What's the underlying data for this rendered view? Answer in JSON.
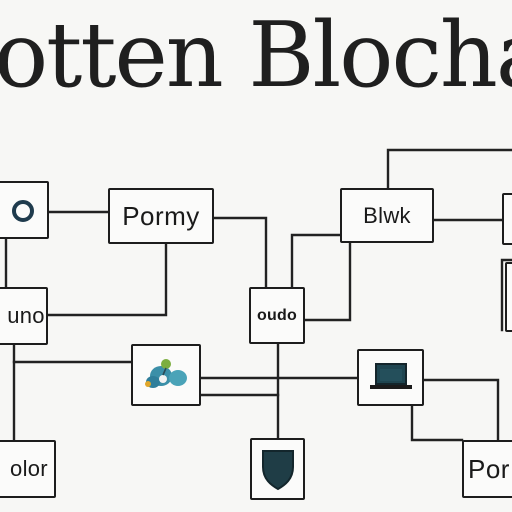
{
  "diagram": {
    "title": "otten Blochas",
    "nodes": [
      {
        "id": "portal",
        "label": "Pormy"
      },
      {
        "id": "blok",
        "label": "Blwk"
      },
      {
        "id": "hub",
        "label": "oudo"
      },
      {
        "id": "left-mid",
        "label": "uno"
      },
      {
        "id": "bottom-left",
        "label": "olor"
      },
      {
        "id": "bottom-right",
        "label": "Por"
      }
    ],
    "icons": [
      "ring-icon",
      "network-icon",
      "laptop-icon",
      "shield-icon"
    ]
  }
}
